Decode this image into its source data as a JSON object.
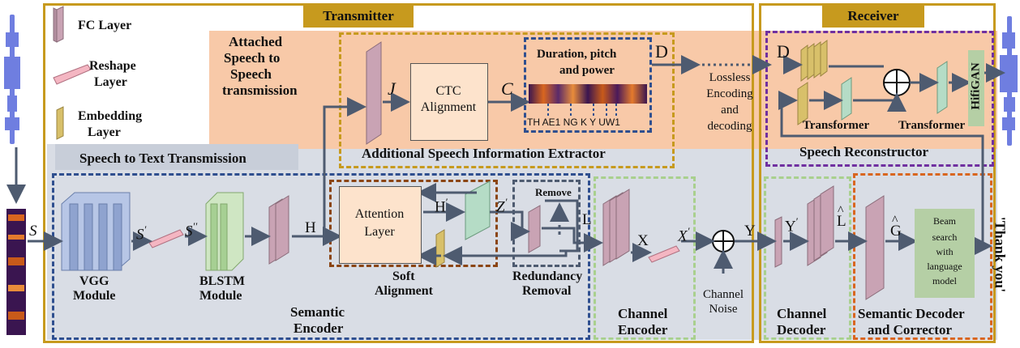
{
  "colors": {
    "peach": "#f8c9a8",
    "grey_blue": "#d9dde5",
    "gold": "#c79a1e",
    "navy": "#2f4f8f",
    "light_green": "#a9d08e",
    "brown": "#8b4513",
    "orange": "#d9661f",
    "purple": "#7030a0",
    "arrow": "#4e5b70",
    "fc_layer": "#c9a3b4",
    "reshape_layer": "#f4b6c2",
    "embedding_layer": "#d8c06a",
    "teal_layer": "#b5dcc6",
    "green_box": "#b5cfa5",
    "tan_box": "#fde3cc"
  },
  "legend": {
    "fc": "FC Layer",
    "reshape_line1": "Reshape",
    "reshape_line2": "Layer",
    "embedding_line1": "Embedding",
    "embedding_line2": "Layer"
  },
  "headers": {
    "transmitter": "Transmitter",
    "receiver": "Receiver",
    "speech_to_text": "Speech to Text Transmission",
    "attached_line1": "Attached",
    "attached_line2": "Speech to",
    "attached_line3": "Speech",
    "attached_line4": "transmission"
  },
  "modules": {
    "vgg_line1": "VGG",
    "vgg_line2": "Module",
    "blstm_line1": "BLSTM",
    "blstm_line2": "Module",
    "semantic_encoder_line1": "Semantic",
    "semantic_encoder_line2": "Encoder",
    "attention_line1": "Attention",
    "attention_line2": "Layer",
    "soft_alignment_line1": "Soft",
    "soft_alignment_line2": "Alignment",
    "remove": "Remove",
    "redundancy_line1": "Redundancy",
    "redundancy_line2": "Removal",
    "channel_encoder_line1": "Channel",
    "channel_encoder_line2": "Encoder",
    "channel_noise_line1": "Channel",
    "channel_noise_line2": "Noise",
    "channel_decoder_line1": "Channel",
    "channel_decoder_line2": "Decoder",
    "semantic_decoder_line1": "Semantic Decoder",
    "semantic_decoder_line2": "and Corrector",
    "beam_line1": "Beam",
    "beam_line2": "search",
    "beam_line3": "with",
    "beam_line4": "language",
    "beam_line5": "model",
    "ctc_line1": "CTC",
    "ctc_line2": "Alignment",
    "duration_line1": "Duration, pitch",
    "duration_line2": "and power",
    "phonemes": "TH AE1 NG K Y UW1",
    "extractor": "Additional Speech Information Extractor",
    "lossless_line1": "Lossless",
    "lossless_line2": "Encoding",
    "lossless_line3": "and",
    "lossless_line4": "decoding",
    "transformer_a": "Transformer",
    "transformer_b": "Transformer",
    "hifigan": "HifiGAN",
    "speech_reconstructor": "Speech Reconstructor",
    "output_text": "'Thank you'"
  },
  "symbols": {
    "s": "S",
    "s_prime": "S",
    "s_dprime": "S",
    "h": "H",
    "h_prime": "H",
    "z_prime": "Z",
    "l": "L",
    "x": "X",
    "x_prime": "X",
    "y": "Y",
    "y_prime": "Y",
    "l_hat": "L",
    "g_hat": "G",
    "j": "J",
    "c": "C",
    "d_tx": "D",
    "d_rx": "D",
    "prime": "′",
    "dprime": "′′",
    "hat": "^",
    "plus": "+"
  }
}
